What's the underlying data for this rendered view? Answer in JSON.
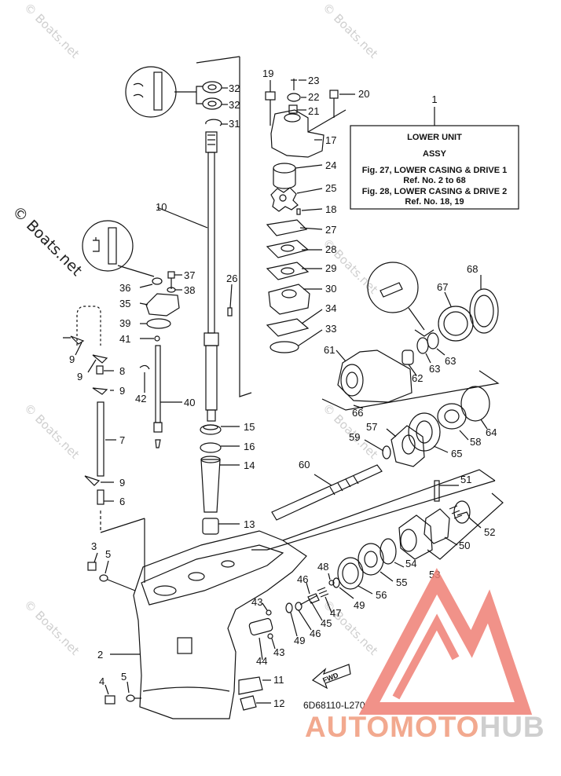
{
  "watermark": "© Boats.net",
  "info_box": {
    "ref_number": "1",
    "line1": "LOWER UNIT",
    "line2": "ASSY",
    "line3": "Fig. 27, LOWER CASING & DRIVE 1",
    "line4": "Ref. No. 2 to 68",
    "line5": "Fig. 28, LOWER CASING & DRIVE 2",
    "line6": "Ref. No. 18, 19"
  },
  "diagram_code": "6D68110-L270",
  "fwd_label": "FWD",
  "logo": {
    "part1": "AUTOMOTO",
    "part2": "HUB",
    "color1": "#f2a98f",
    "color2": "#cfcfcf"
  },
  "callouts": {
    "c2": "2",
    "c3": "3",
    "c4": "4",
    "c5a": "5",
    "c5b": "5",
    "c6": "6",
    "c7": "7",
    "c8": "8",
    "c9a": "9",
    "c9b": "9",
    "c9c": "9",
    "c9d": "9",
    "c10": "10",
    "c11": "11",
    "c12": "12",
    "c13": "13",
    "c14": "14",
    "c15": "15",
    "c16": "16",
    "c17": "17",
    "c18": "18",
    "c19": "19",
    "c20": "20",
    "c21": "21",
    "c22": "22",
    "c23": "23",
    "c24": "24",
    "c25": "25",
    "c26": "26",
    "c27": "27",
    "c28": "28",
    "c29": "29",
    "c30": "30",
    "c31": "31",
    "c32a": "32",
    "c32b": "32",
    "c33": "33",
    "c34": "34",
    "c35": "35",
    "c36": "36",
    "c37": "37",
    "c38": "38",
    "c39": "39",
    "c40": "40",
    "c41": "41",
    "c42": "42",
    "c43a": "43",
    "c43b": "43",
    "c44": "44",
    "c45": "45",
    "c46a": "46",
    "c46b": "46",
    "c47": "47",
    "c48": "48",
    "c49a": "49",
    "c49b": "49",
    "c50": "50",
    "c51": "51",
    "c52": "52",
    "c53": "53",
    "c54": "54",
    "c55": "55",
    "c56": "56",
    "c57": "57",
    "c58": "58",
    "c59": "59",
    "c60": "60",
    "c61": "61",
    "c62": "62",
    "c63a": "63",
    "c63b": "63",
    "c64": "64",
    "c65": "65",
    "c66": "66",
    "c67": "67",
    "c68": "68"
  }
}
